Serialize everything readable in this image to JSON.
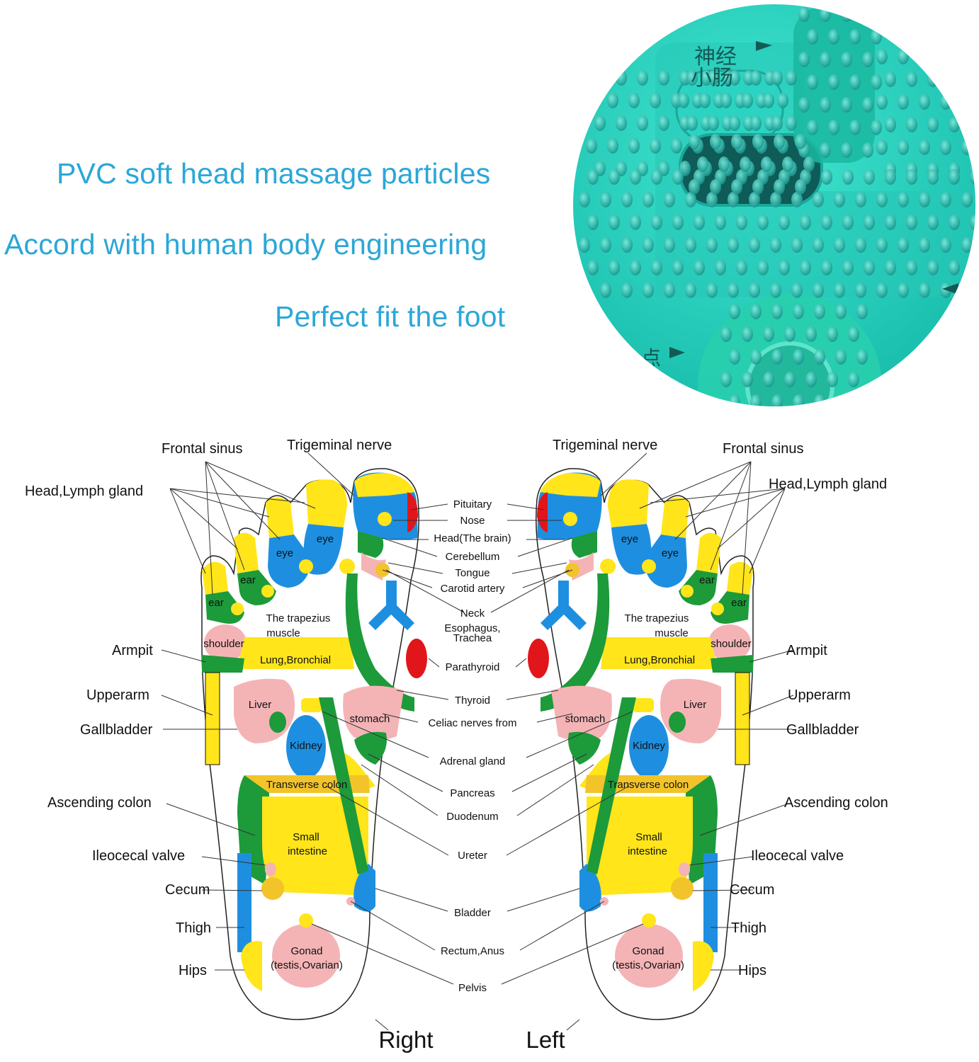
{
  "headlines": {
    "line1": "PVC soft head massage particles",
    "line2": "Accord with human body engineering",
    "line3": "Perfect fit the foot"
  },
  "photo": {
    "chars_top_1": "神经",
    "chars_top_2": "小肠",
    "chars_bottom": "点"
  },
  "colors": {
    "headline": "#2ba7d8",
    "mat_teal": "#2fd6c0",
    "yellow": "#ffe51a",
    "blue": "#1e8fe0",
    "green": "#1d9a3a",
    "pink": "#f4b4b6",
    "red": "#e0161b",
    "orange_yellow": "#f2c42a"
  },
  "diagram": {
    "foot_labels": {
      "right": "Right",
      "left": "Left"
    },
    "left_side_labels": [
      "Frontal sinus",
      "Trigeminal nerve",
      "Head,Lymph gland",
      "Armpit",
      "Upperarm",
      "Gallbladder",
      "Ascending colon",
      "Ileocecal valve",
      "Cecum",
      "Thigh",
      "Hips"
    ],
    "right_side_labels": [
      "Trigeminal nerve",
      "Frontal sinus",
      "Head,Lymph gland",
      "Armpit",
      "Upperarm",
      "Gallbladder",
      "Ascending colon",
      "Ileocecal valve",
      "Cecum",
      "Thigh",
      "Hips"
    ],
    "center_labels": [
      "Pituitary",
      "Nose",
      "Head(The brain)",
      "Cerebellum",
      "Tongue",
      "Carotid artery",
      "Neck",
      "Esophagus,",
      "Trachea",
      "Parathyroid",
      "Thyroid",
      "Celiac nerves from",
      "Adrenal gland",
      "Pancreas",
      "Duodenum",
      "Ureter",
      "Bladder",
      "Rectum,Anus",
      "Pelvis"
    ],
    "zone_labels": {
      "eye": "eye",
      "ear": "ear",
      "trapezius_1": "The trapezius",
      "trapezius_2": "muscle",
      "shoulder": "shoulder",
      "lung": "Lung,Bronchial",
      "liver": "Liver",
      "stomach": "stomach",
      "kidney": "Kidney",
      "transverse": "Transverse colon",
      "small_1": "Small",
      "small_2": "intestine",
      "gonad_1": "Gonad",
      "gonad_2": "(testis,Ovarian)"
    }
  }
}
